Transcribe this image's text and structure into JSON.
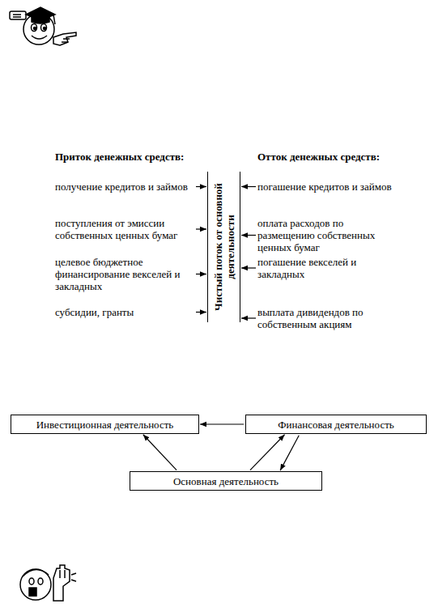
{
  "diagram": {
    "nodes": [
      {
        "text": [
          "получение кредитов и займов"
        ]
      },
      {
        "text": [
          "поступления от эмиссии собственных ценных бумаг"
        ]
      },
      {
        "text": [
          "целевое бюджетное финансирование векселей и закладных"
        ]
      },
      {
        "text": [
          "субсидии, гранты"
        ]
      },
      {
        "text": [
          "Чистый поток от основной деятельности"
        ]
      },
      {
        "text": [
          "погашение кредитов и займов"
        ]
      },
      {
        "text": [
          "оплата расходов по размещению собственных ценных бумаг"
        ]
      },
      {
        "text": [
          "погашение векселей и закладных"
        ]
      },
      {
        "text": [
          "выплата дивидендов по собственным акциям"
        ]
      },
      {
        "text": [
          "Инвестиционная деятельность"
        ]
      },
      {
        "text": [
          "Финансовая деятельность"
        ]
      },
      {
        "text": [
          "Основная деятельность"
        ]
      }
    ],
    "edges": [
      {
        "from": 0,
        "to": 4,
        "arrow": "to"
      },
      {
        "from": 1,
        "to": 4,
        "arrow": "to"
      },
      {
        "from": 2,
        "to": 4,
        "arrow": "to"
      },
      {
        "from": 3,
        "to": 4,
        "arrow": "to"
      },
      {
        "from": 5,
        "to": 4,
        "arrow": "to"
      },
      {
        "from": 6,
        "to": 4,
        "arrow": "to"
      },
      {
        "from": 7,
        "to": 4,
        "arrow": "to"
      },
      {
        "from": 8,
        "to": 4,
        "arrow": "to"
      },
      {
        "from": 10,
        "to": 9,
        "arrow": "to"
      },
      {
        "from": 11,
        "to": 9,
        "arrow": "to"
      },
      {
        "from": 11,
        "to": 10,
        "arrow": "to"
      },
      {
        "from": 10,
        "to": 11,
        "arrow": "to"
      }
    ],
    "labels": [
      "Приток денежных средств:",
      "Отток денежных средств:"
    ]
  }
}
